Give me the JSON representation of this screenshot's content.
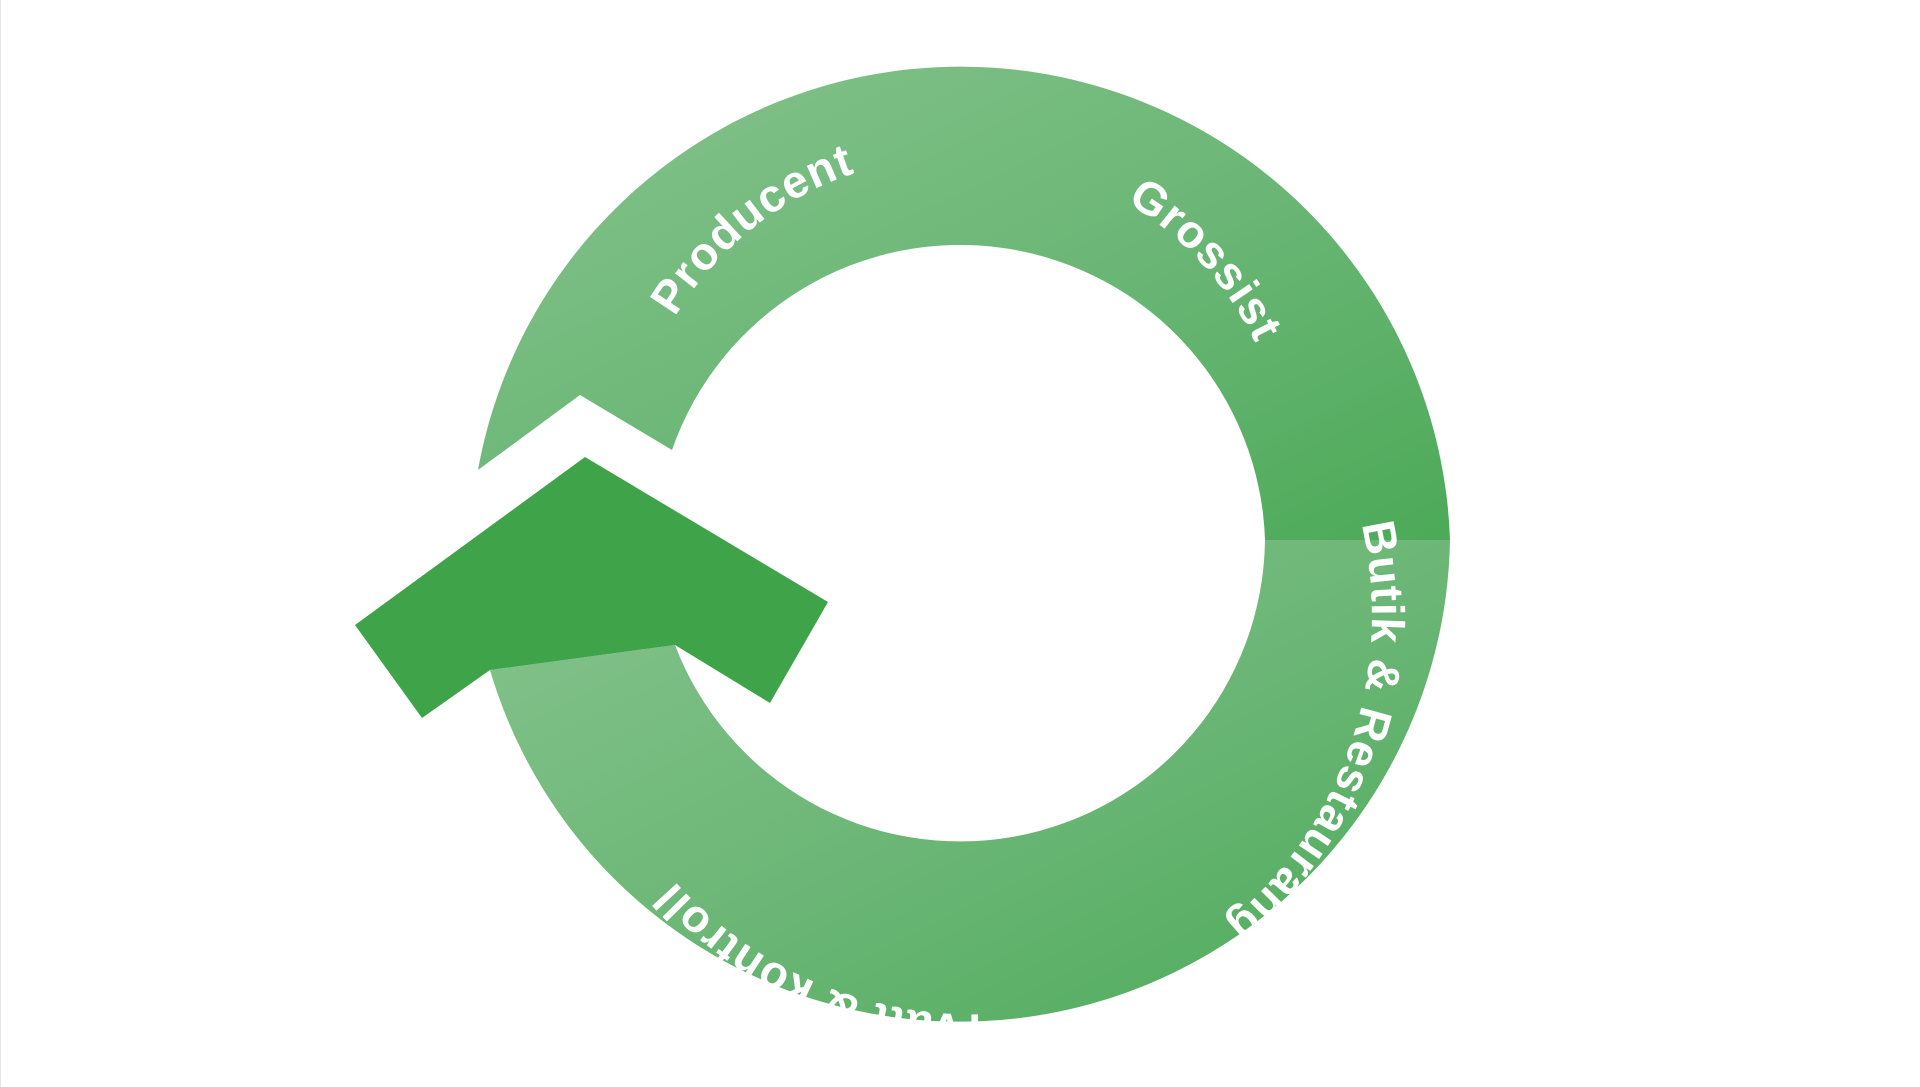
{
  "diagram": {
    "stages": [
      {
        "label": "Producent"
      },
      {
        "label": "Grossist"
      },
      {
        "label": "Butik & Restaurang"
      },
      {
        "label": "Tvätt & kontroll"
      }
    ],
    "colors": {
      "ring_light": "#86c38d",
      "ring_mid": "#6ab675",
      "ring_dark": "#4caa58",
      "arrow_head": "#3fa34a",
      "label": "#ffffff"
    }
  }
}
